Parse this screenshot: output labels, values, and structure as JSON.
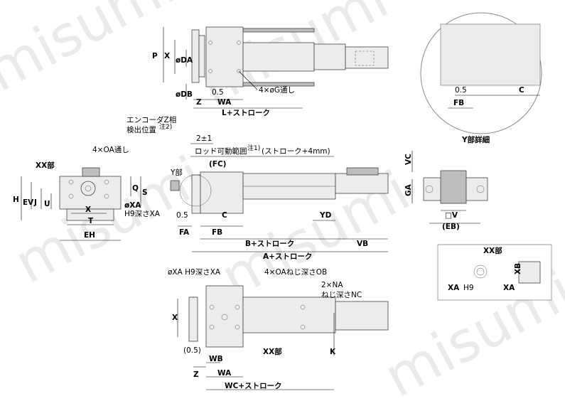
{
  "watermark": "misumi",
  "detail_y": {
    "caption": "Y部詳細",
    "labels": [
      "0.5",
      "C",
      "FB"
    ]
  },
  "top_view": {
    "labels": [
      "P",
      "X",
      "øDA",
      "øDB",
      "4×øG通し",
      "0.5",
      "Z",
      "WA",
      "L+ストローク"
    ]
  },
  "side_view": {
    "encoder_note_line1": "エンコーダZ相",
    "encoder_note_line2": "検出位置",
    "encoder_note_sup": "注2)",
    "pm_label": "2±1",
    "rod_range_label": "ロッド可動範囲",
    "rod_range_sup": "注1)",
    "rod_range_suffix": "(ストローク+4mm)",
    "labels": [
      "Y部",
      "(FC)",
      "0.5",
      "C",
      "FA",
      "FB",
      "YD",
      "B+ストローク",
      "VB",
      "A+ストローク"
    ]
  },
  "front_view": {
    "labels": [
      "XX部",
      "4×OA通し",
      "H",
      "EV",
      "J",
      "U",
      "Q",
      "S",
      "øXA",
      "H9深さXA",
      "X",
      "T",
      "EH"
    ]
  },
  "right_view": {
    "labels": [
      "VC",
      "GA",
      "□V",
      "(EB)"
    ]
  },
  "xx_detail": {
    "title": "XX部",
    "labels": [
      "XA",
      "H9",
      "XB",
      "XA"
    ]
  },
  "bottom_view": {
    "labels": [
      "øXA H9深さXA",
      "4×OAねじ深さOB",
      "2×NA",
      "ねじ深さNC",
      "X",
      "(0.5)",
      "XX部",
      "K",
      "WB",
      "Z",
      "WA",
      "WC+ストローク"
    ]
  }
}
